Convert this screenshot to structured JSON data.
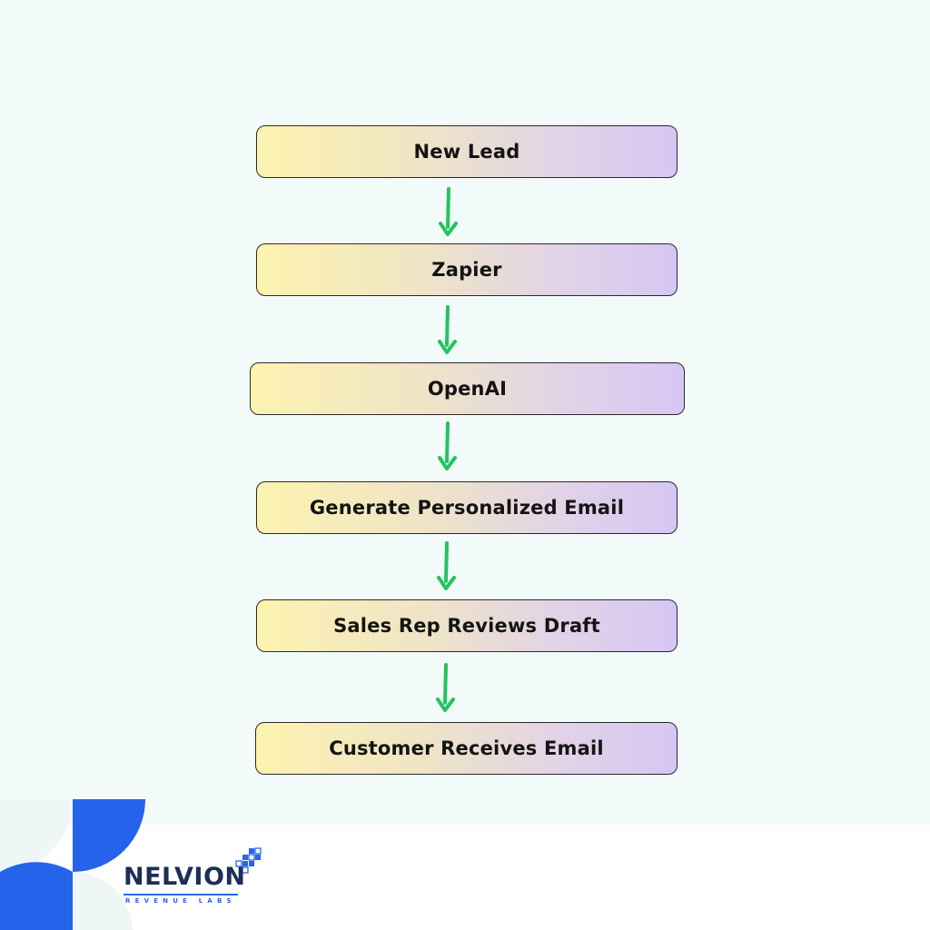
{
  "flow": {
    "steps": [
      "New Lead",
      "Zapier",
      "OpenAI",
      "Generate Personalized Email",
      "Sales Rep Reviews Draft",
      "Customer Receives Email"
    ]
  },
  "brand": {
    "name": "NELVION",
    "tagline": "REVENUE LABS"
  },
  "colors": {
    "background": "#f3fbfa",
    "arrow": "#22c55e",
    "box_gradient_start": "#fdf3b0",
    "box_gradient_end": "#d7c6f4",
    "brand_blue": "#2a63f0",
    "brand_navy": "#1b2f57"
  }
}
